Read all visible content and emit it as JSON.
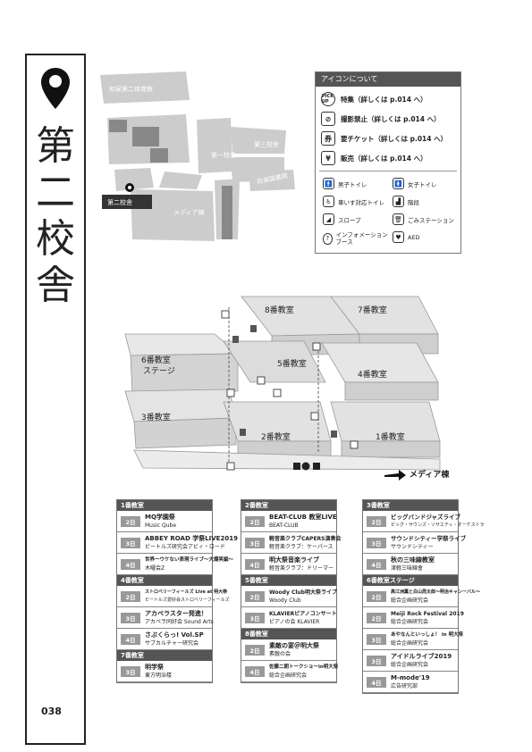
{
  "page": {
    "title_chars": [
      "第",
      "二",
      "校",
      "舎"
    ],
    "page_number": "038"
  },
  "campus_map": {
    "labels": {
      "gym": "和泉第二体育館",
      "bldg1": "第一校舎",
      "bldg3": "第三校舎",
      "bldg2": "第二校舎",
      "media": "メディア棟",
      "library": "和泉図書館"
    }
  },
  "legend": {
    "title": "アイコンについて",
    "main": [
      {
        "icon": "pickup-icon",
        "symbol": "PICK UP",
        "label": "特集（詳しくは p.014 へ）"
      },
      {
        "icon": "no-photo-icon",
        "symbol": "⊘",
        "label": "撮影禁止（詳しくは p.014 へ）"
      },
      {
        "icon": "ticket-icon",
        "symbol": "券",
        "label": "要チケット（詳しくは p.014 へ）"
      },
      {
        "icon": "yen-icon",
        "symbol": "¥",
        "label": "販売（詳しくは p.014 へ）"
      }
    ],
    "small": [
      {
        "icon": "mens-toilet-icon",
        "symbol": "🚹",
        "label": "男子トイレ"
      },
      {
        "icon": "womens-toilet-icon",
        "symbol": "🚺",
        "label": "女子トイレ"
      },
      {
        "icon": "accessible-toilet-icon",
        "symbol": "♿",
        "label": "車いす対応トイレ"
      },
      {
        "icon": "stairs-icon",
        "symbol": "▟",
        "label": "階段"
      },
      {
        "icon": "slope-icon",
        "symbol": "◢",
        "label": "スロープ"
      },
      {
        "icon": "trash-icon",
        "symbol": "🗑",
        "label": "ごみステーション"
      },
      {
        "icon": "info-icon",
        "symbol": "?",
        "label": "インフォメーション ブース"
      },
      {
        "icon": "aed-icon",
        "symbol": "♥",
        "label": "AED"
      }
    ]
  },
  "iso_map": {
    "rooms": {
      "r8": "8番教室",
      "r7": "7番教室",
      "r6": "6番教室",
      "r6b": "ステージ",
      "r5": "5番教室",
      "r4": "4番教室",
      "r3": "3番教室",
      "r2": "2番教室",
      "r1": "1番教室"
    },
    "media_arrow": "メディア棟"
  },
  "schedule": {
    "col1": [
      {
        "room": "1番教室",
        "events": [
          {
            "day": "2日",
            "title": "MQ学園祭",
            "org": "Music Qube"
          },
          {
            "day": "3日",
            "title": "ABBEY ROAD 学祭LIVE2019",
            "org": "ビートルズ研究会アビィ・ロード"
          },
          {
            "day": "4日",
            "title": "世界一ウケない表現ライブ〜大爆笑編〜",
            "org": "木曜会Z"
          }
        ]
      },
      {
        "room": "4番教室",
        "events": [
          {
            "day": "2日",
            "title": "ストロベリーフィールズ Live at 明大祭",
            "org": "ビートルズ愛好会ストロベリーフィールズ"
          },
          {
            "day": "3日",
            "title": "アカペラスター発進！",
            "org": "アカペラ同好会 Sound Arts"
          },
          {
            "day": "4日",
            "title": "さぶくらっ! Vol.SP",
            "org": "サブカルチャー研究会"
          }
        ]
      },
      {
        "room": "7番教室",
        "events": [
          {
            "day": "3日",
            "title": "明学祭",
            "org": "東方明治楼"
          }
        ]
      }
    ],
    "col2": [
      {
        "room": "2番教室",
        "events": [
          {
            "day": "2日",
            "title": "BEAT-CLUB 教室LIVE",
            "org": "BEAT-CLUB"
          },
          {
            "day": "3日",
            "title": "軽音楽クラブCAPERS演奏会",
            "org": "軽音楽クラブ：ケーパース"
          },
          {
            "day": "4日",
            "title": "明大祭音楽ライブ",
            "org": "軽音楽クラブ：ドリーマー"
          }
        ]
      },
      {
        "room": "5番教室",
        "events": [
          {
            "day": "2日",
            "title": "Woody Club明大祭ライブ",
            "org": "Woody Club"
          },
          {
            "day": "3日",
            "title": "KLAVIERピアノコンサート",
            "org": "ピアノの会 KLAVIER"
          }
        ]
      },
      {
        "room": "8番教室",
        "events": [
          {
            "day": "2日",
            "title": "素敵の宴＠明大祭",
            "org": "素敵の会"
          },
          {
            "day": "4日",
            "title": "佐藤二朗トークショーin明大祭",
            "org": "総合企画研究会"
          }
        ]
      }
    ],
    "col3": [
      {
        "room": "3番教室",
        "events": [
          {
            "day": "2日",
            "title": "ビッグバンドジャズライブ",
            "org": "ビッグ・サウンズ・ソサエティ・オーケストラ"
          },
          {
            "day": "3日",
            "title": "サウンドシティー学祭ライブ",
            "org": "サウンドシティー"
          },
          {
            "day": "4日",
            "title": "秋の三味線教室",
            "org": "津軽三味線會"
          }
        ]
      },
      {
        "room": "6番教室ステージ",
        "events": [
          {
            "day": "2日",
            "title": "高江洲薫と白山周太郎〜明治キャンーバル〜",
            "org": "総合企画研究会"
          },
          {
            "day": "2日",
            "title": "Meiji Rock Festival 2019",
            "org": "総合企画研究会"
          },
          {
            "day": "3日",
            "title": "あやなんといっしょ！ in 明大祭",
            "org": "総合企画研究会"
          },
          {
            "day": "3日",
            "title": "アイドルライブ2019",
            "org": "総合企画研究会"
          },
          {
            "day": "4日",
            "title": "M-mode'19",
            "org": "広告研究部"
          }
        ]
      }
    ]
  }
}
